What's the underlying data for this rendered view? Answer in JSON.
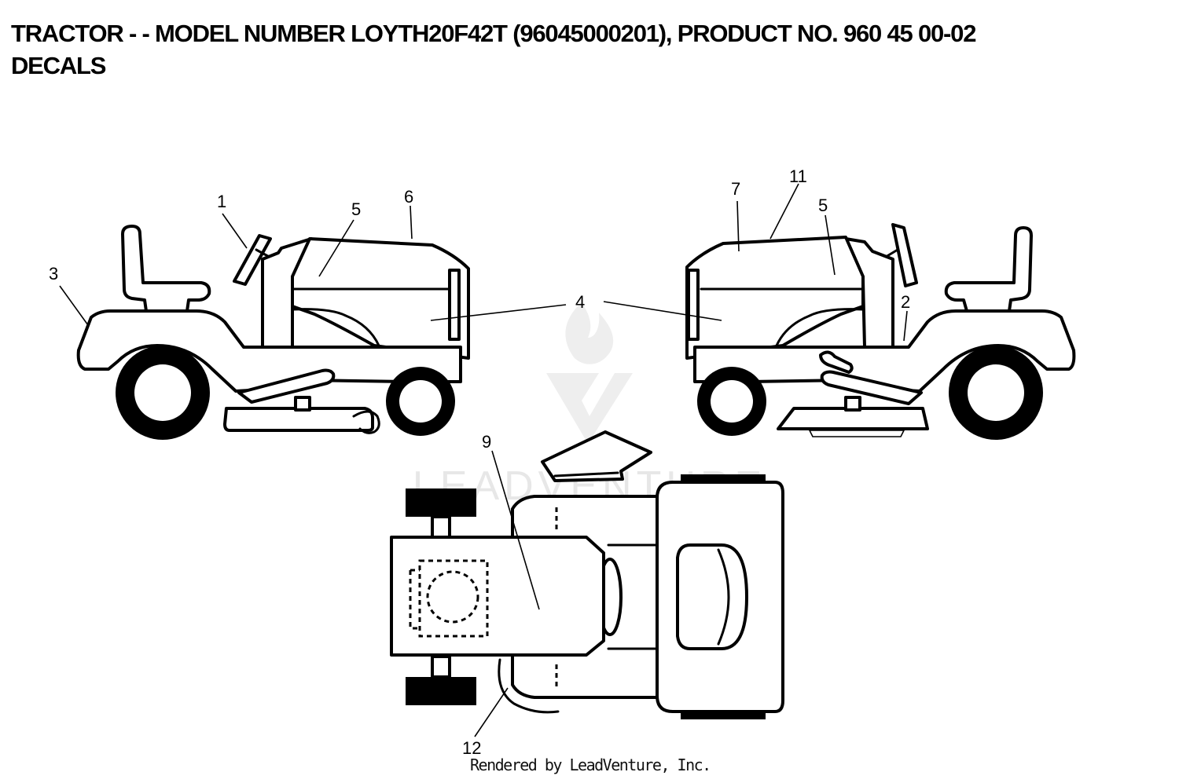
{
  "title": {
    "line1": "TRACTOR - - MODEL NUMBER LOYTH20F42T (96045000201), PRODUCT NO. 960 45 00-02",
    "line2": "DECALS"
  },
  "callouts": [
    {
      "id": "1",
      "label": "1"
    },
    {
      "id": "2",
      "label": "2"
    },
    {
      "id": "3",
      "label": "3"
    },
    {
      "id": "4",
      "label": "4"
    },
    {
      "id": "5-left",
      "label": "5"
    },
    {
      "id": "5-right",
      "label": "5"
    },
    {
      "id": "6",
      "label": "6"
    },
    {
      "id": "7",
      "label": "7"
    },
    {
      "id": "9",
      "label": "9"
    },
    {
      "id": "11",
      "label": "11"
    },
    {
      "id": "12",
      "label": "12"
    }
  ],
  "watermark": "LEADVENTURE",
  "footer": "Rendered by LeadVenture, Inc.",
  "colors": {
    "line": "#000000",
    "background": "#ffffff",
    "watermark": "#e7e7e7"
  }
}
